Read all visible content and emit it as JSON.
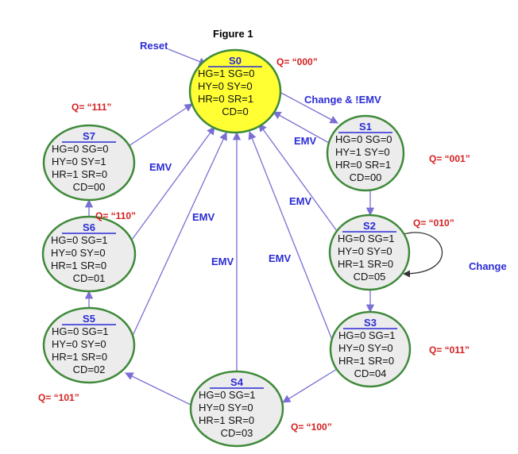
{
  "title": "Figure 1",
  "colors": {
    "state_fill": "#ececec",
    "initial_fill": "#ffff33",
    "state_border": "#3f8a3a",
    "arrow": "#7a6fd4",
    "self_loop": "#333333",
    "state_name": "#2b2bd6",
    "q_label": "#d42020",
    "edge_label": "#2b2bd6"
  },
  "reset_label": "Reset",
  "states": [
    {
      "name": "S0",
      "initial": true,
      "lines": [
        "HG=1  SG=0",
        "HY=0  SY=0",
        "HR=0  SR=1",
        "CD=0"
      ],
      "q": "Q= “000”"
    },
    {
      "name": "S1",
      "initial": false,
      "lines": [
        "HG=0  SG=0",
        "HY=1  SY=0",
        "HR=0  SR=1",
        "CD=00"
      ],
      "q": "Q= “001”"
    },
    {
      "name": "S2",
      "initial": false,
      "lines": [
        "HG=0  SG=1",
        "HY=0  SY=0",
        "HR=1  SR=0",
        "CD=05"
      ],
      "q": "Q= “010”"
    },
    {
      "name": "S3",
      "initial": false,
      "lines": [
        "HG=0  SG=1",
        "HY=0  SY=0",
        "HR=1  SR=0",
        "CD=04"
      ],
      "q": "Q= “011”"
    },
    {
      "name": "S4",
      "initial": false,
      "lines": [
        "HG=0  SG=1",
        "HY=0  SY=0",
        "HR=1  SR=0",
        "CD=03"
      ],
      "q": "Q= “100”"
    },
    {
      "name": "S5",
      "initial": false,
      "lines": [
        "HG=0  SG=1",
        "HY=0  SY=0",
        "HR=1  SR=0",
        "CD=02"
      ],
      "q": "Q= “101”"
    },
    {
      "name": "S6",
      "initial": false,
      "lines": [
        "HG=0  SG=1",
        "HY=0  SY=0",
        "HR=1  SR=0",
        "CD=01"
      ],
      "q": "Q= “110”"
    },
    {
      "name": "S7",
      "initial": false,
      "lines": [
        "HG=0  SG=0",
        "HY=0  SY=1",
        "HR=1  SR=0",
        "CD=00"
      ],
      "q": "Q= “111”"
    }
  ],
  "transitions": [
    {
      "from": "S0",
      "to": "S1",
      "label": "Change & !EMV"
    },
    {
      "from": "S1",
      "to": "S0",
      "label": "EMV"
    },
    {
      "from": "S1",
      "to": "S2",
      "label": ""
    },
    {
      "from": "S2",
      "to": "S2",
      "label": "Change"
    },
    {
      "from": "S2",
      "to": "S0",
      "label": "EMV"
    },
    {
      "from": "S2",
      "to": "S3",
      "label": ""
    },
    {
      "from": "S3",
      "to": "S0",
      "label": "EMV"
    },
    {
      "from": "S3",
      "to": "S4",
      "label": ""
    },
    {
      "from": "S4",
      "to": "S0",
      "label": "EMV"
    },
    {
      "from": "S4",
      "to": "S5",
      "label": ""
    },
    {
      "from": "S5",
      "to": "S0",
      "label": "EMV"
    },
    {
      "from": "S5",
      "to": "S6",
      "label": ""
    },
    {
      "from": "S6",
      "to": "S0",
      "label": "EMV"
    },
    {
      "from": "S6",
      "to": "S7",
      "label": ""
    },
    {
      "from": "S7",
      "to": "S0",
      "label": ""
    }
  ]
}
